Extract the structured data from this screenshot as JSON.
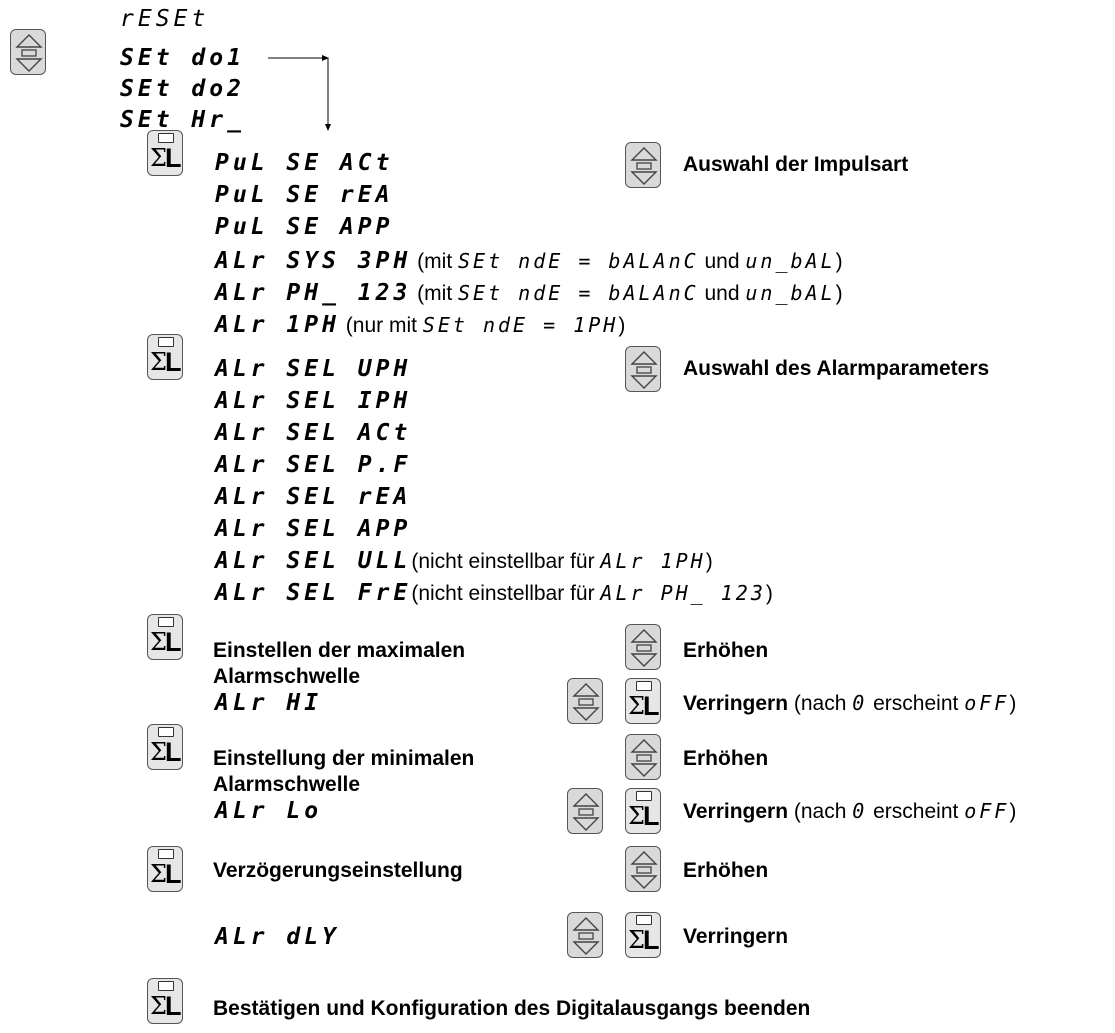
{
  "menu": {
    "reset": "rESEt",
    "set_do1": "SEt do1",
    "set_do2": "SEt do2",
    "set_hr": "SEt Hr_"
  },
  "pulse": {
    "act": "PuL SE ACt",
    "rea": "PuL SE rEA",
    "app": "PuL SE APP",
    "label": "Auswahl der Impulsart"
  },
  "alarm_sys": {
    "sys3ph_code": "ALr SYS 3PH",
    "sys3ph_note1": "(mit ",
    "sys3ph_note_code1": "SEt ndE = bALAnC",
    "sys3ph_note2": " und ",
    "sys3ph_note_code2": "un_bAL",
    "sys3ph_note3": ")",
    "ph123_code": "ALr PH_ 123",
    "ph123_note1": "(mit ",
    "ph123_note_code1": "SEt ndE = bALAnC",
    "ph123_note2": " und ",
    "ph123_note_code2": "un_bAL",
    "ph123_note3": ")",
    "ph1_code": "ALr 1PH",
    "ph1_note1": "(nur mit ",
    "ph1_note_code": "SEt ndE = 1PH",
    "ph1_note2": ")"
  },
  "alarm_sel": {
    "uph": "ALr SEL UPH",
    "iph": "ALr SEL IPH",
    "act": "ALr SEL ACt",
    "pf": "ALr SEL P.F",
    "rea": "ALr SEL rEA",
    "app": "ALr SEL APP",
    "ull": "ALr SEL ULL",
    "ull_note1": "(nicht einstellbar für ",
    "ull_note_code": "ALr 1PH",
    "ull_note2": ")",
    "fre": "ALr SEL FrE",
    "fre_note1": "(nicht einstellbar für ",
    "fre_note_code": "ALr PH_ 123",
    "fre_note2": ")",
    "label": "Auswahl des Alarmparameters"
  },
  "max_alarm": {
    "title_line1": "Einstellen der maximalen",
    "title_line2": "Alarmschwelle",
    "code": "ALr HI",
    "increase": "Erhöhen",
    "decrease": "Verringern",
    "note1": " (nach ",
    "note_code1": "0",
    "note2": " erscheint ",
    "note_code2": "oFF",
    "note3": ")"
  },
  "min_alarm": {
    "title_line1": "Einstellung der minimalen",
    "title_line2": "Alarmschwelle",
    "code": "ALr Lo",
    "increase": "Erhöhen",
    "decrease": "Verringern",
    "note1": " (nach ",
    "note_code1": "0",
    "note2": " erscheint ",
    "note_code2": "oFF",
    "note3": ")"
  },
  "delay": {
    "title": "Verzögerungseinstellung",
    "code": "ALr dLY",
    "increase": "Erhöhen",
    "decrease": "Verringern"
  },
  "confirm": {
    "label": "Bestätigen und Konfiguration des Digitalausgangs beenden"
  },
  "icons": {
    "updown": "up-down-arrow-key-icon",
    "sigma_l": "sigma-l-key-icon"
  }
}
